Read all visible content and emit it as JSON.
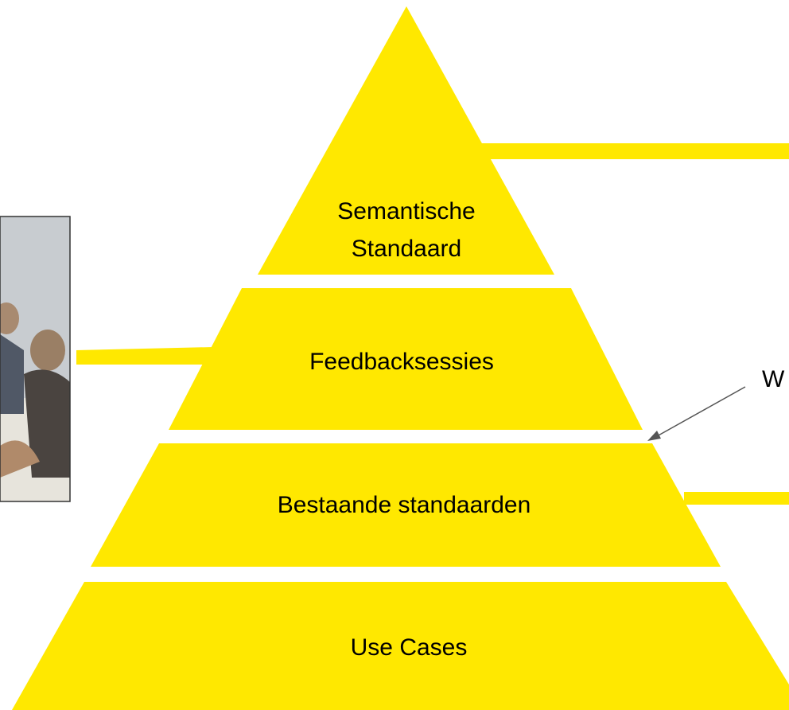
{
  "diagram": {
    "colors": {
      "tier_fill": "#FFE800",
      "connector": "#FFE800",
      "arrow": "#555555",
      "photo_wall": "#c8ccd0",
      "photo_border": "#333333"
    },
    "tiers": [
      {
        "lines": [
          "Semantische",
          "Standaard"
        ]
      },
      {
        "lines": [
          "Feedbacksessies"
        ]
      },
      {
        "lines": [
          "Bestaande standaarden"
        ]
      },
      {
        "lines": [
          "Use Cases"
        ]
      }
    ],
    "callout": {
      "text": "W"
    },
    "photo": {
      "icon": "people-at-table-photo"
    }
  }
}
